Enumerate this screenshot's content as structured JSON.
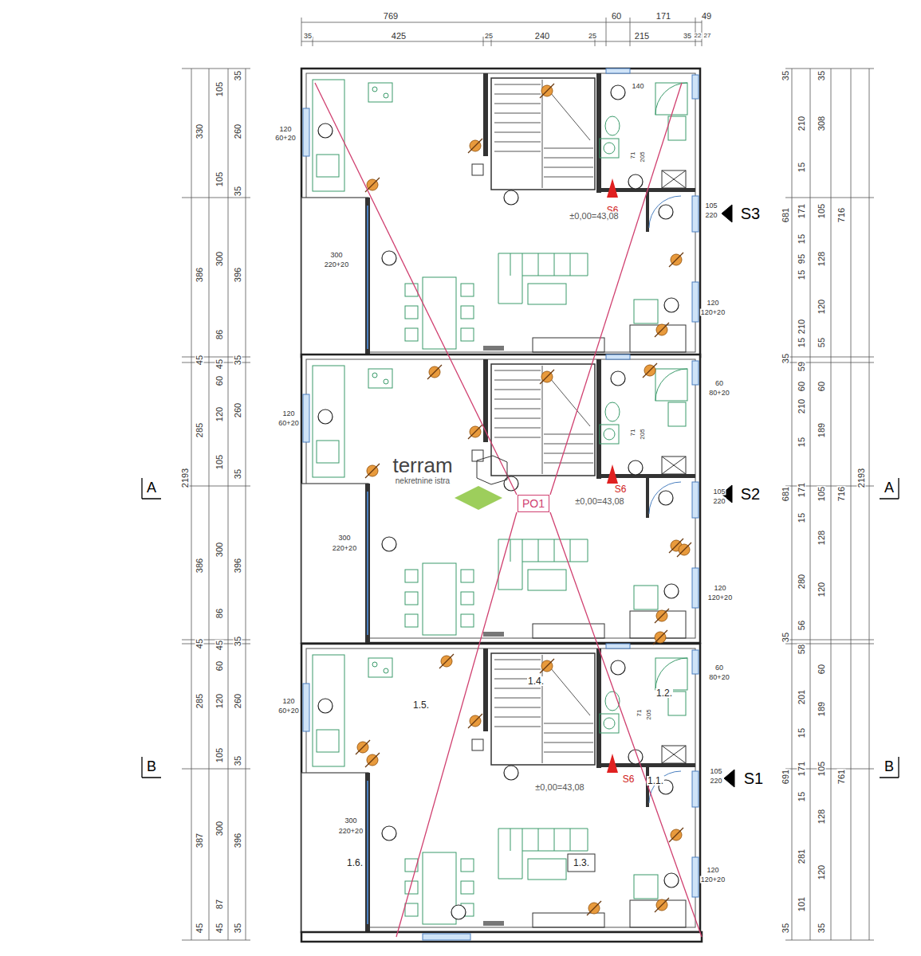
{
  "diagram": {
    "nodes": [
      {
        "text": [
          "PO1"
        ]
      }
    ],
    "labels": [
      "769",
      "60",
      "171",
      "49",
      "35",
      "425",
      "25",
      "240",
      "25",
      "215",
      "35",
      "22",
      "27",
      "2193",
      "330",
      "386",
      "45",
      "285",
      "386",
      "45",
      "285",
      "387",
      "45",
      "105",
      "105",
      "300",
      "86",
      "45",
      "60",
      "120",
      "105",
      "300",
      "86",
      "45",
      "60",
      "120",
      "105",
      "300",
      "87",
      "45",
      "35",
      "260",
      "35",
      "396",
      "35",
      "260",
      "35",
      "396",
      "35",
      "260",
      "35",
      "396",
      "35",
      "35",
      "681",
      "35",
      "681",
      "35",
      "691",
      "35",
      "210",
      "15",
      "171",
      "15",
      "95",
      "15",
      "210",
      "15",
      "59",
      "60",
      "210",
      "15",
      "171",
      "15",
      "280",
      "56",
      "58",
      "201",
      "15",
      "171",
      "15",
      "281",
      "101",
      "35",
      "308",
      "105",
      "128",
      "120",
      "55",
      "60",
      "189",
      "105",
      "128",
      "120",
      "60",
      "189",
      "105",
      "128",
      "120",
      "35",
      "716",
      "716",
      "761",
      "2193",
      "120",
      "60+20",
      "300",
      "220+20",
      "105",
      "220",
      "120",
      "120+20",
      "140",
      "120",
      "60+20",
      "60",
      "80+20",
      "105",
      "220",
      "300",
      "220+20",
      "120",
      "120+20",
      "60",
      "80+20",
      "120",
      "60+20",
      "105",
      "220",
      "300",
      "220+20",
      "120",
      "120+20",
      "71",
      "205",
      "71",
      "205",
      "71",
      "205",
      "S6",
      "S6",
      "S6",
      "±0,00=43,08",
      "±0,00=43,08",
      "±0,00=43,08",
      "S3",
      "S2",
      "S1",
      "A",
      "A",
      "B",
      "B",
      "1.1.",
      "1.2.",
      "1.3.",
      "1.4.",
      "1.5.",
      "1.6.",
      "terram",
      "nekretnine istra"
    ]
  }
}
